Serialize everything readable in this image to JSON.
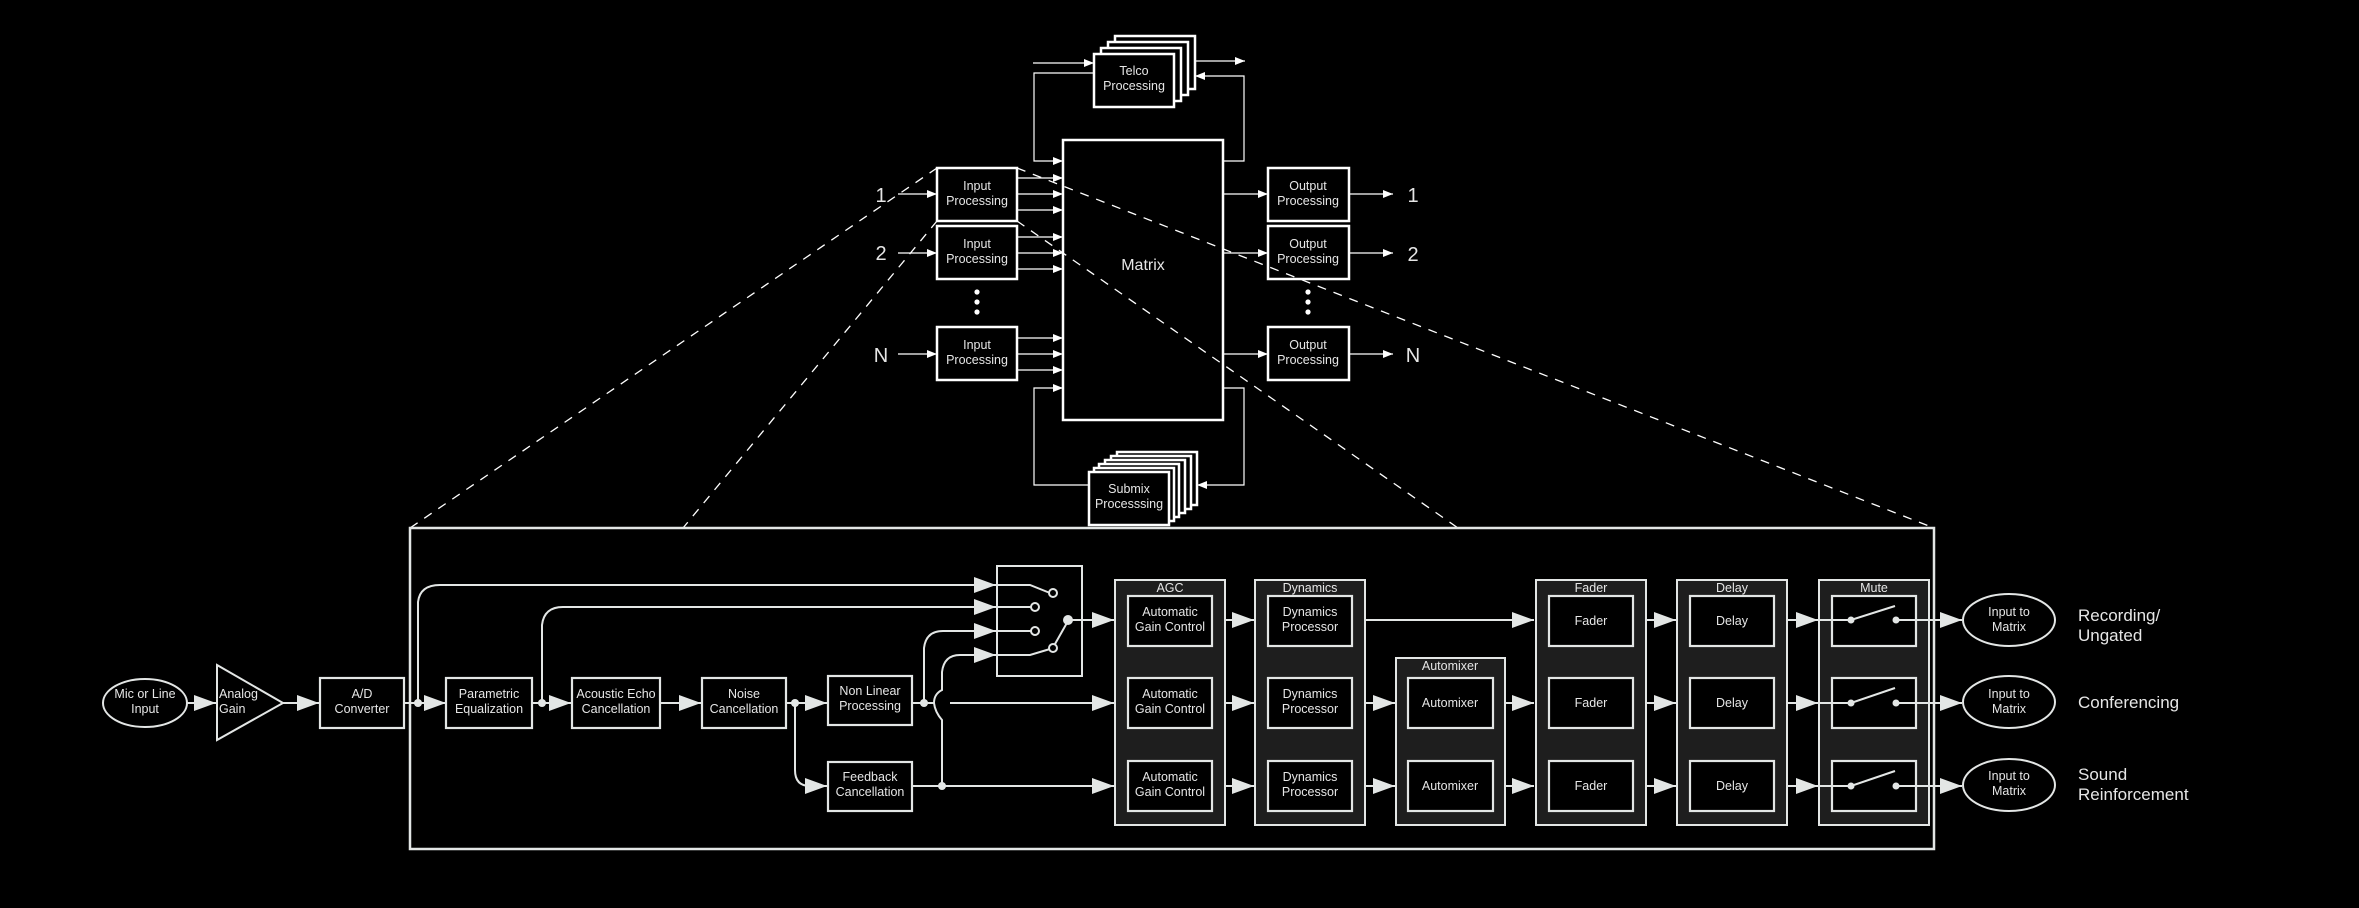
{
  "top": {
    "telco": "Telco|Processing",
    "submix": "Submix|Processsing",
    "matrix": "Matrix",
    "input_processing": "Input|Processing",
    "output_processing": "Output|Processing",
    "channel_labels": [
      "1",
      "2",
      "N"
    ]
  },
  "chain": {
    "mic_input": "Mic or Line|Input",
    "analog_gain": "Analog|Gain",
    "ad_converter": "A/D|Converter",
    "parametric_eq": "Parametric|Equalization",
    "aec": "Acoustic Echo|Cancellation",
    "noise_cancel": "Noise|Cancellation",
    "nlp": "Non Linear|Processing",
    "feedback_cancel": "Feedback|Cancellation"
  },
  "groups": {
    "agc": {
      "title": "AGC",
      "item": "Automatic|Gain Control"
    },
    "dynamics": {
      "title": "Dynamics",
      "item": "Dynamics|Processor"
    },
    "automixer": {
      "title": "Automixer",
      "item": "Automixer"
    },
    "fader": {
      "title": "Fader",
      "item": "Fader"
    },
    "delay": {
      "title": "Delay",
      "item": "Delay"
    },
    "mute": {
      "title": "Mute"
    }
  },
  "outputs": {
    "node": "Input to|Matrix",
    "labels": [
      "Recording/|Ungated",
      "Conferencing",
      "Sound|Reinforcement"
    ]
  },
  "colors": {
    "background": "#000000",
    "line": "#e3e6e5",
    "group_fill": "#1e1e1e"
  }
}
